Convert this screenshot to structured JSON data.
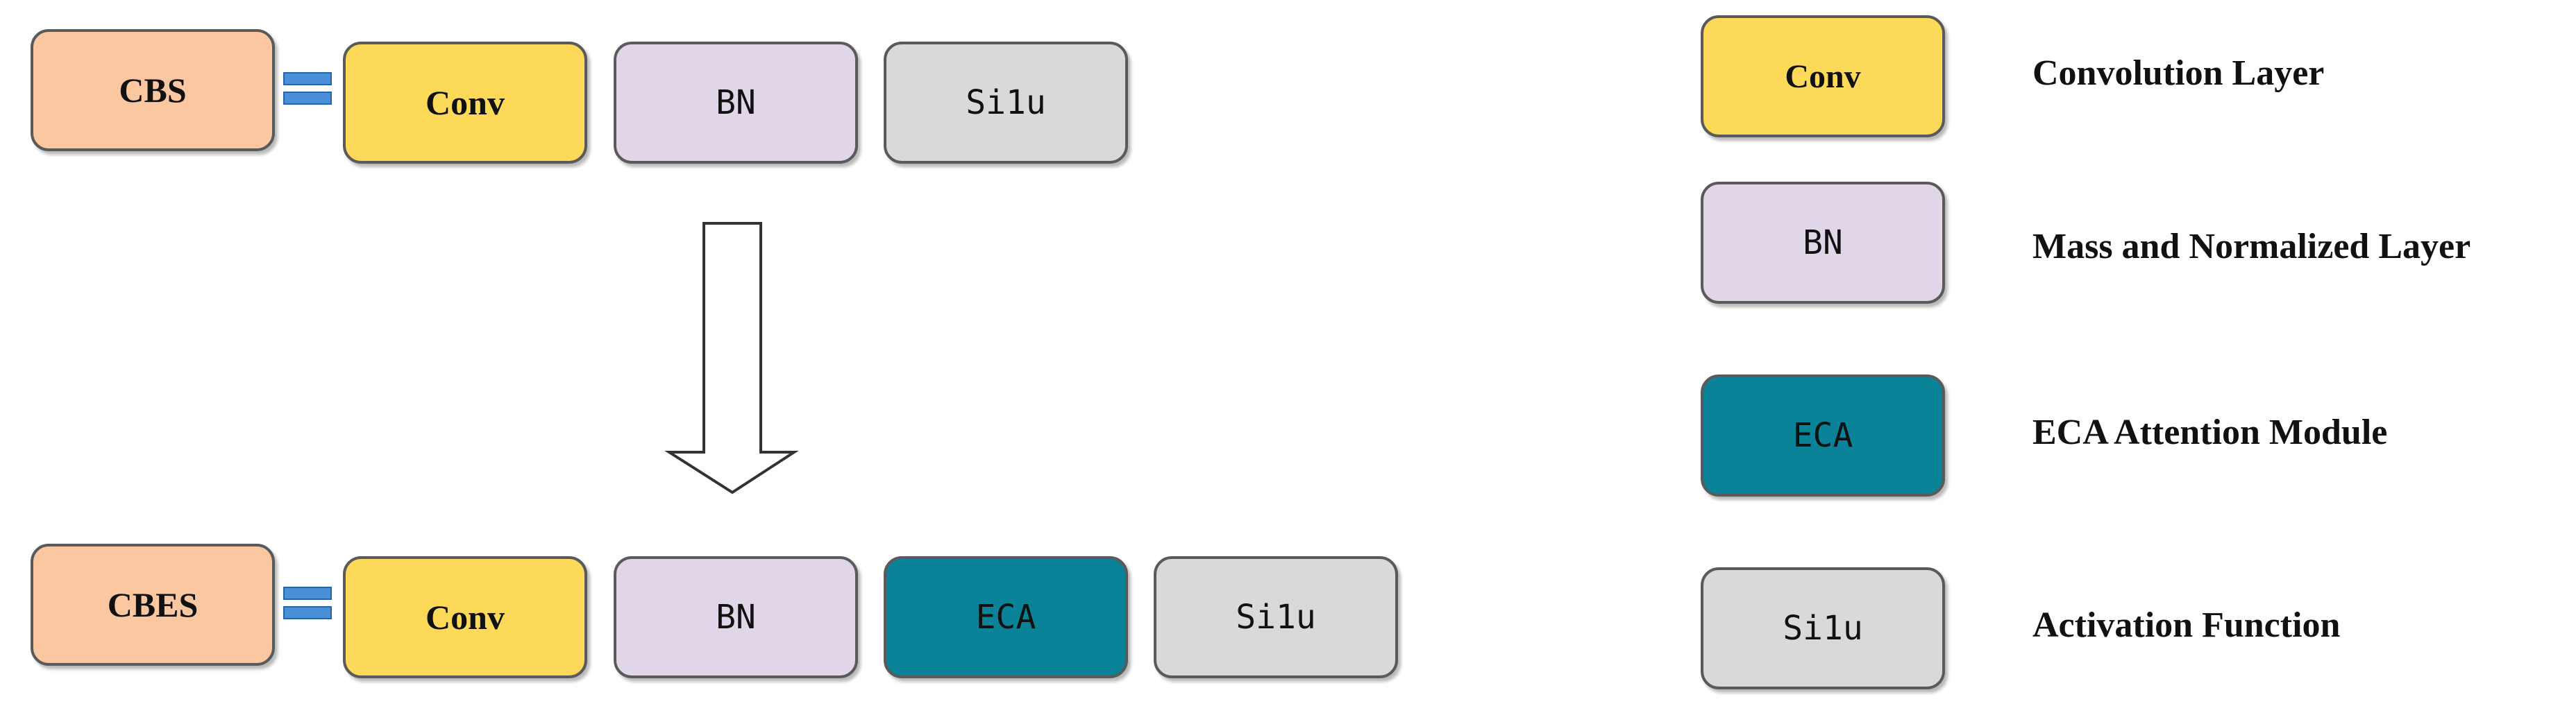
{
  "top_row": {
    "module": "CBS",
    "blocks": [
      "Conv",
      "BN",
      "Si1u"
    ]
  },
  "bottom_row": {
    "module": "CBES",
    "blocks": [
      "Conv",
      "BN",
      "ECA",
      "Si1u"
    ]
  },
  "legend": [
    {
      "block": "Conv",
      "label": "Convolution Layer"
    },
    {
      "block": "BN",
      "label": "Mass and Normalized Layer"
    },
    {
      "block": "ECA",
      "label": "ECA Attention Module"
    },
    {
      "block": "Si1u",
      "label": "Activation Function"
    }
  ],
  "colors": {
    "cbs": "#fbc7a0",
    "conv": "#fdd95a",
    "bn": "#e1d6e8",
    "eca": "#0a8398",
    "silu": "#d9d9d9",
    "equals": "#4a90d9"
  }
}
